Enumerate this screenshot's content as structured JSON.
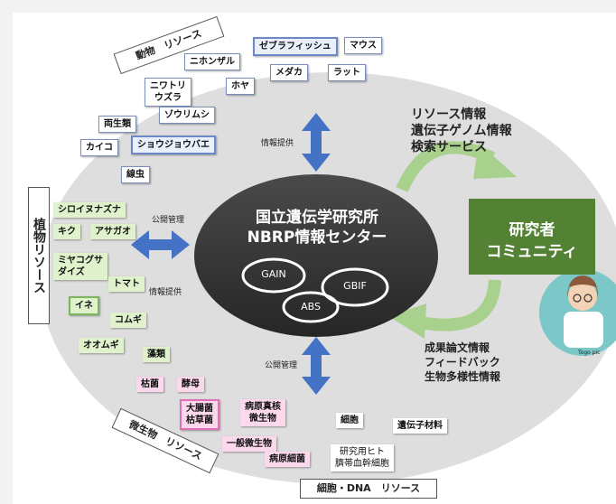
{
  "center": {
    "line1": "国立遺伝学研究所",
    "line2": "NBRP情報センター"
  },
  "center_items": [
    "GAIN",
    "GBIF",
    "ABS"
  ],
  "researchers": {
    "line1": "研究者",
    "line2": "コミュニティ",
    "credit": "Togo pic"
  },
  "top_flow": [
    "リソース情報",
    "遺伝子ゲノム情報",
    "検索サービス"
  ],
  "bottom_flow": [
    "成果論文情報",
    "フィードバック",
    "生物多様性情報"
  ],
  "labels": {
    "info_top": "情報提供",
    "public_left": "公開管理",
    "info_left": "情報提供",
    "public_bottom": "公開管理"
  },
  "resource_labels": {
    "animal": "動物　リソース",
    "plant": "植物リソース",
    "micro": "微生物　リソース",
    "cell": "細胞・DNA　リソース"
  },
  "animal_tags": [
    "ゼブラフィッシュ",
    "マウス",
    "ニホンザル",
    "メダカ",
    "ラット",
    "ニワトリ\nウズラ",
    "ホヤ",
    "ゾウリムシ",
    "両生類",
    "カイコ",
    "ショウジョウバエ",
    "線虫"
  ],
  "plant_tags": [
    "シロイヌナズナ",
    "キク",
    "アサガオ",
    "ミヤコグサ\nダイズ",
    "トマト",
    "イネ",
    "コムギ",
    "オオムギ",
    "藻類"
  ],
  "micro_tags": [
    "枯菌",
    "酵母",
    "大腸菌\n枯草菌",
    "病原真核\n微生物",
    "一般微生物",
    "病原細菌"
  ],
  "cell_tags": [
    "細胞",
    "遺伝子材料",
    "研究用ヒト\n臍帯血幹細胞"
  ],
  "colors": {
    "center": "#3a3a3a",
    "research_box": "#548235",
    "arrow_blue": "#4472c4",
    "arrow_green": "#a9d18e",
    "ellipse": "#dedede"
  }
}
